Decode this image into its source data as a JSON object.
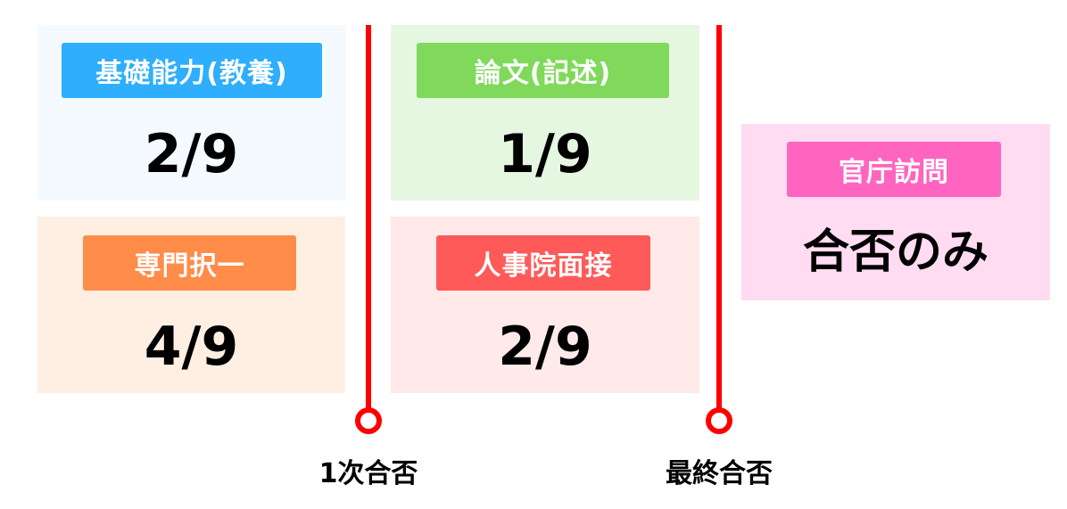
{
  "stages": [
    {
      "id": "kiso",
      "label": "基礎能力(教養)",
      "value": "2/9",
      "label_color": "#2eaefc",
      "bg_color": "#f4faff"
    },
    {
      "id": "senmon",
      "label": "専門択一",
      "value": "4/9",
      "label_color": "#ff8c48",
      "bg_color": "#ffefe3"
    },
    {
      "id": "ronbun",
      "label": "論文(記述)",
      "value": "1/9",
      "label_color": "#80d95a",
      "bg_color": "#e6f7e1"
    },
    {
      "id": "jinjiin",
      "label": "人事院面接",
      "value": "2/9",
      "label_color": "#ff5a5a",
      "bg_color": "#ffe9e9"
    },
    {
      "id": "kancho",
      "label": "官庁訪問",
      "value": "合否のみ",
      "label_color": "#ff64c0",
      "bg_color": "#ffdcf2"
    }
  ],
  "milestones": [
    {
      "label": "1次合否",
      "color": "#ff0000"
    },
    {
      "label": "最終合否",
      "color": "#ff0000"
    }
  ]
}
